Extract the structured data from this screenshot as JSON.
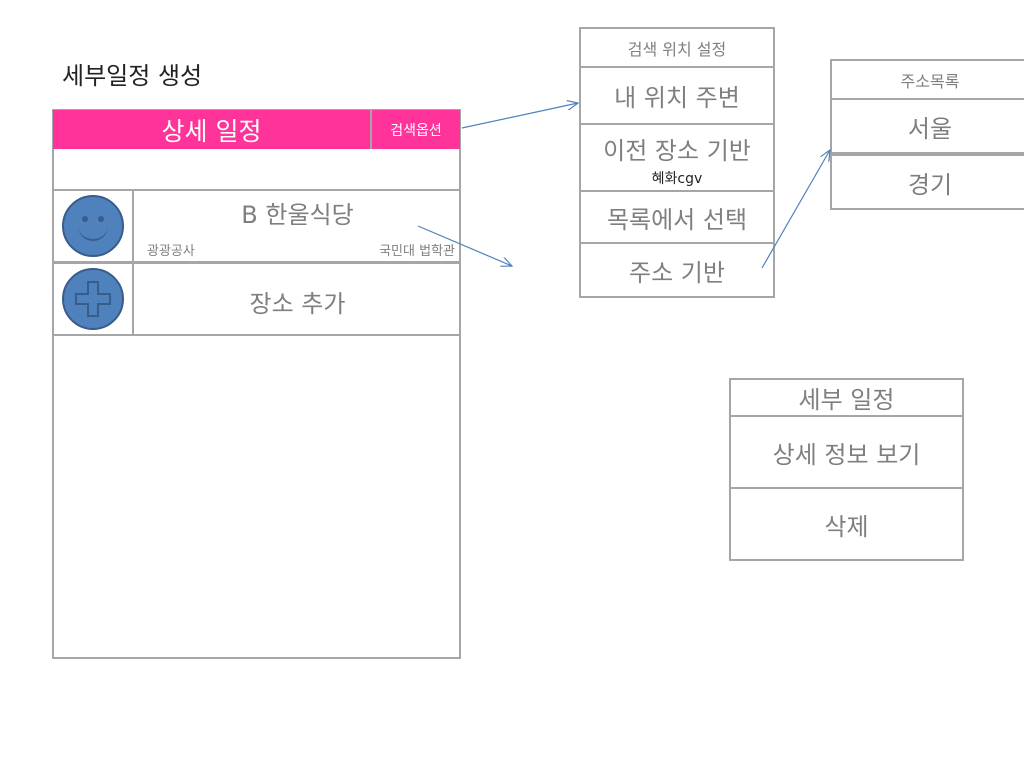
{
  "page": {
    "title": "세부일정 생성"
  },
  "phone": {
    "header_title": "상세 일정",
    "search_options_label": "검색옵션",
    "place_row": {
      "name": "B 한울식당",
      "sub_left": "광광공사",
      "sub_right": "국민대 법학관"
    },
    "add_row": {
      "label": "장소 추가"
    }
  },
  "search_location": {
    "title": "검색 위치 설정",
    "items": [
      "내 위치 주변",
      "이전 장소 기반",
      "목록에서 선택",
      "주소 기반"
    ],
    "previous_place_hint": "혜화cgv"
  },
  "address_list": {
    "title": "주소목록",
    "items": [
      "서울",
      "경기"
    ]
  },
  "detail_menu": {
    "title": "세부 일정",
    "items": [
      "상세 정보 보기",
      "삭제"
    ]
  },
  "colors": {
    "header": "#ff3399",
    "icon_fill": "#4f81bd",
    "icon_stroke": "#385d8a",
    "border": "#a6a6a6",
    "arrow": "#4f81bd"
  },
  "icons": {
    "place": "smiley-face-icon",
    "add": "plus-icon"
  }
}
